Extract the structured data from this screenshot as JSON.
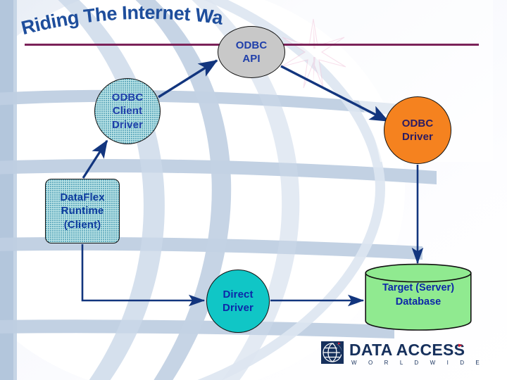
{
  "slide": {
    "title": "Riding The Internet Wave",
    "title_color": "#1f4e9c",
    "divider_color": "#7b2259",
    "background": "globe-watermark"
  },
  "diagram": {
    "type": "flow-diagram",
    "nodes": [
      {
        "id": "odbc-api",
        "label_lines": [
          "ODBC",
          "API"
        ],
        "shape": "circle",
        "fill": "#c8c8c8",
        "text_color": "#1f3faa"
      },
      {
        "id": "odbc-client-driver",
        "label_lines": [
          "ODBC",
          "Client",
          "Driver"
        ],
        "shape": "circle",
        "fill": "#bfe6e8",
        "text_color": "#0d3b9e"
      },
      {
        "id": "odbc-driver",
        "label_lines": [
          "ODBC",
          "Driver"
        ],
        "shape": "circle",
        "fill": "#f5821f",
        "text_color": "#2b1b63"
      },
      {
        "id": "dataflex-runtime",
        "label_lines": [
          "DataFlex",
          "Runtime",
          "(Client)"
        ],
        "shape": "rounded-rectangle",
        "fill": "#bfe6e8",
        "text_color": "#0d3b9e"
      },
      {
        "id": "direct-driver",
        "label_lines": [
          "Direct",
          "Driver"
        ],
        "shape": "circle",
        "fill": "#10c6c6",
        "text_color": "#0d28a8"
      },
      {
        "id": "target-database",
        "label_lines": [
          "Target (Server)",
          "Database"
        ],
        "shape": "cylinder",
        "fill": "#90ea90",
        "text_color": "#0d28a8"
      }
    ],
    "edges": [
      {
        "from": "odbc-client-driver",
        "to": "odbc-api",
        "style": "arrow"
      },
      {
        "from": "odbc-api",
        "to": "odbc-driver",
        "style": "arrow"
      },
      {
        "from": "dataflex-runtime",
        "to": "odbc-client-driver",
        "style": "arrow"
      },
      {
        "from": "dataflex-runtime",
        "to": "direct-driver",
        "style": "elbow-arrow"
      },
      {
        "from": "direct-driver",
        "to": "target-database",
        "style": "arrow"
      },
      {
        "from": "odbc-driver",
        "to": "target-database",
        "style": "arrow"
      }
    ],
    "edge_color": "#12357e"
  },
  "logo": {
    "wordmark": "DATA ACCESS",
    "tagline": "W O R L D W I D E",
    "color": "#16305c",
    "accent_color": "#d21f35"
  }
}
